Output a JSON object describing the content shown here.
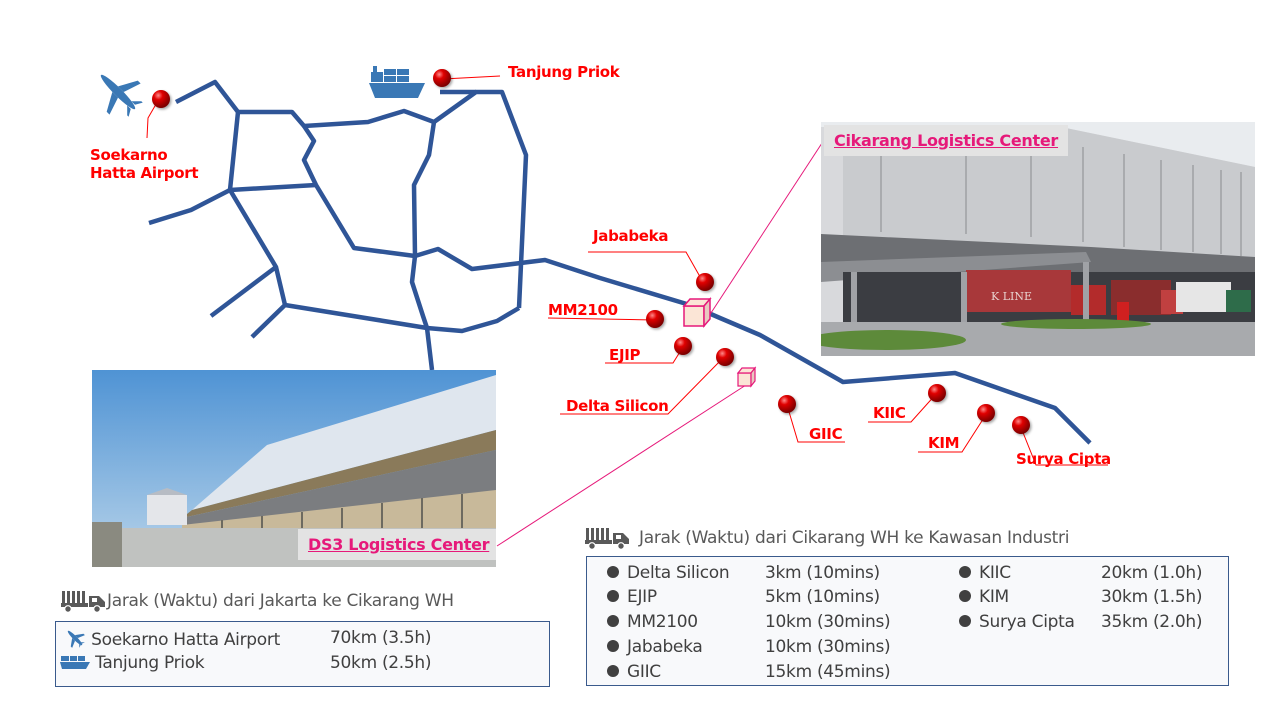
{
  "map": {
    "road_color": "#2f5597",
    "pin_color": "#c00000",
    "label_color": "#ff0000",
    "connector_color": "#e6197a",
    "origins": [
      {
        "name": "Soekarno Hatta Airport",
        "label_line1": "Soekarno",
        "label_line2": "Hatta Airport",
        "icon": "airplane-icon"
      },
      {
        "name": "Tanjung Priok",
        "label": "Tanjung Priok",
        "icon": "ship-icon"
      }
    ],
    "industrial_estates": [
      {
        "name": "Jababeka"
      },
      {
        "name": "MM2100"
      },
      {
        "name": "EJIP"
      },
      {
        "name": "Delta Silicon"
      },
      {
        "name": "GIIC"
      },
      {
        "name": "KIIC"
      },
      {
        "name": "KIM"
      },
      {
        "name": "Surya Cipta"
      }
    ],
    "warehouses": [
      {
        "name": "Cikarang Logistics Center",
        "marker": "large-cube"
      },
      {
        "name": "DS3 Logistics Center",
        "marker": "small-cube"
      }
    ]
  },
  "photos": {
    "cikarang": {
      "caption": "Cikarang Logistics Center",
      "container_text": "K LINE"
    },
    "ds3": {
      "caption": "DS3 Logistics Center"
    }
  },
  "jakarta_table": {
    "title": "Jarak (Waktu) dari Jakarta ke Cikarang WH",
    "title_icon": "truck-icon",
    "rows": [
      {
        "icon": "airplane-icon",
        "place": "Soekarno Hatta Airport",
        "distance": "70km (3.5h)"
      },
      {
        "icon": "ship-icon",
        "place": "Tanjung Priok",
        "distance": "50km (2.5h)"
      }
    ]
  },
  "industri_table": {
    "title": "Jarak (Waktu) dari Cikarang WH ke Kawasan Industri",
    "title_icon": "truck-icon",
    "left_column": [
      {
        "place": "Delta Silicon",
        "distance": "3km (10mins)"
      },
      {
        "place": "EJIP",
        "distance": "5km (10mins)"
      },
      {
        "place": "MM2100",
        "distance": "10km (30mins)"
      },
      {
        "place": "Jababeka",
        "distance": "10km (30mins)"
      },
      {
        "place": "GIIC",
        "distance": "15km (45mins)"
      }
    ],
    "right_column": [
      {
        "place": "KIIC",
        "distance": "20km (1.0h)"
      },
      {
        "place": "KIM",
        "distance": "30km (1.5h)"
      },
      {
        "place": "Surya Cipta",
        "distance": "35km (2.0h)"
      }
    ]
  }
}
